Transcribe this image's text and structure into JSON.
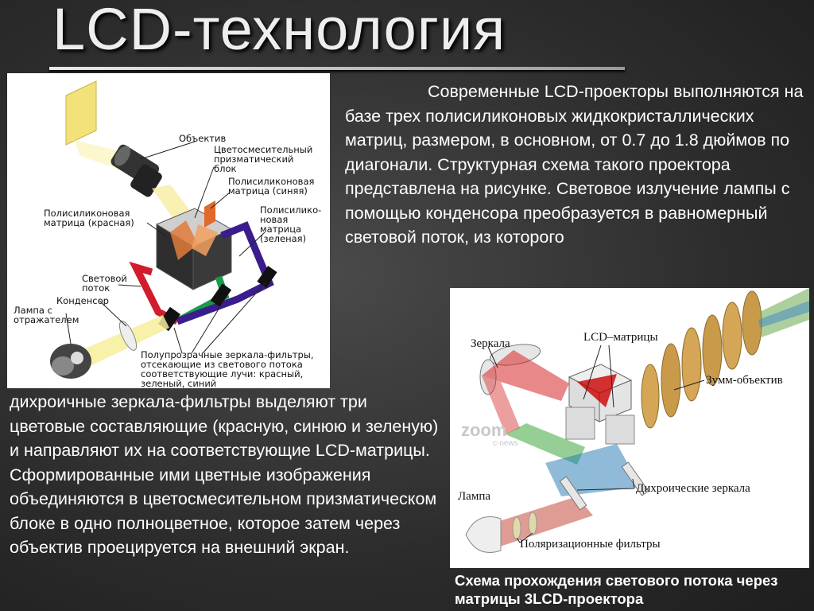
{
  "title": "LCD-технология",
  "paragraph_top": "Современные LCD-проекторы выполняются на базе трех полисиликоновых жидкокристаллических матриц, размером, в основном, от 0.7 до 1.8 дюймов по диагонали. Структурная схема такого проектора представлена на рисунке. Световое излучение лампы с помощью конденсора преобразуется в равномерный световой поток, из которого",
  "paragraph_bottom": "дихроичные зеркала-фильтры выделяют три цветовые составляющие (красную, синюю и зеленую) и направляют их на соответствующие LCD-матрицы. Сформированные ими цветные изображения объединяются в цветосмесительном призматическом блоке в одно полноцветное, которое затем через объектив проецируется на внешний экран.",
  "diagram1": {
    "labels": {
      "lens": "Объектив",
      "prism_1": "Цветосмесительный",
      "prism_2": "призматический",
      "prism_3": "блок",
      "blue_1": "Полисиликоновая",
      "blue_2": "матрица (синяя)",
      "red_1": "Полисиликоновая",
      "red_2": "матрица (красная)",
      "green_1": "Полисилико-",
      "green_2": "новая",
      "green_3": "матрица",
      "green_4": "(зеленая)",
      "flux_1": "Световой",
      "flux_2": "поток",
      "condenser": "Конденсор",
      "lamp_1": "Лампа с",
      "lamp_2": "отражателем",
      "mirrors_1": "Полупрозрачные зеркала-фильтры,",
      "mirrors_2": "отсекающие из светового потока",
      "mirrors_3": "соответствующие лучи: красный,",
      "mirrors_4": "зеленый, синий"
    }
  },
  "diagram2": {
    "labels": {
      "mirrors": "Зеркала",
      "lcd": "LCD–матрицы",
      "zoom": "Зумм-объектив",
      "dichroic": "Дихроические зеркала",
      "lamp": "Лампа",
      "filters": "Поляризационные фильтры"
    },
    "watermark_1": "zoom",
    "watermark_2": "c-news"
  },
  "caption": "Схема прохождения светового потока через матрицы 3LCD-проектора"
}
